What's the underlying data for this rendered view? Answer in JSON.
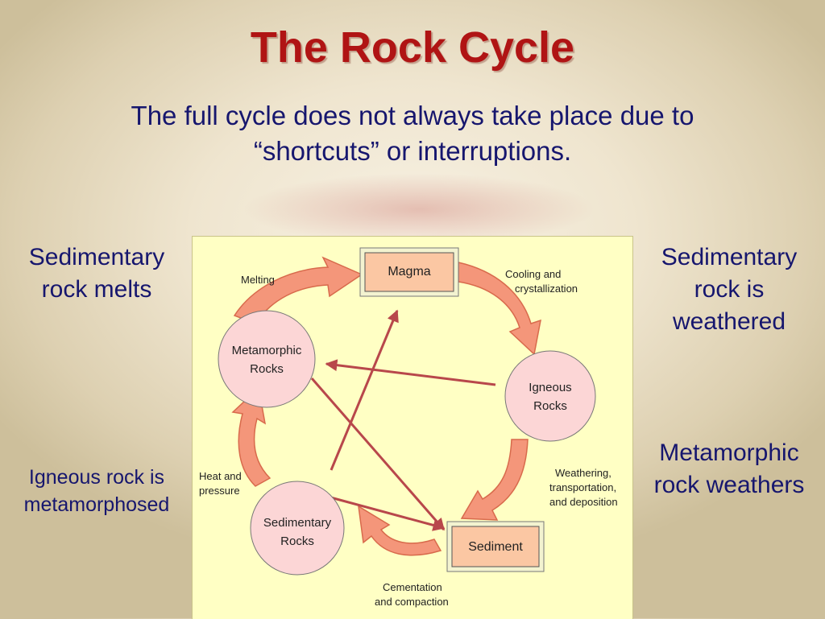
{
  "title": "The Rock Cycle",
  "subtitle_line1": "The full cycle does not always take place due to",
  "subtitle_line2": "“shortcuts” or interruptions.",
  "side_notes": {
    "left_top": [
      "Sedimentary",
      "rock melts"
    ],
    "left_bottom": [
      "Igneous rock is",
      "metamorphosed"
    ],
    "right_top": [
      "Sedimentary",
      "rock is",
      "weathered"
    ],
    "right_bottom": [
      "Metamorphic",
      "rock weathers"
    ]
  },
  "diagram": {
    "nodes": {
      "magma": "Magma",
      "igneous": [
        "Igneous",
        "Rocks"
      ],
      "sediment": "Sediment",
      "sedimentary": [
        "Sedimentary",
        "Rocks"
      ],
      "metamorphic": [
        "Metamorphic",
        "Rocks"
      ]
    },
    "processes": {
      "melting": "Melting",
      "cooling": [
        "Cooling and",
        "crystallization"
      ],
      "weathering": [
        "Weathering,",
        "transportation,",
        "and deposition"
      ],
      "cementation": [
        "Cementation",
        "and compaction"
      ],
      "heat": [
        "Heat and",
        "pressure"
      ]
    }
  },
  "colors": {
    "title": "#b01414",
    "text": "#16166e",
    "panel": "#ffffc4",
    "arrow_fill": "#f4967a",
    "node_circle": "#fcd6d6",
    "node_box": "#fbc7a3",
    "shortcut_arrow": "#b8474b"
  }
}
